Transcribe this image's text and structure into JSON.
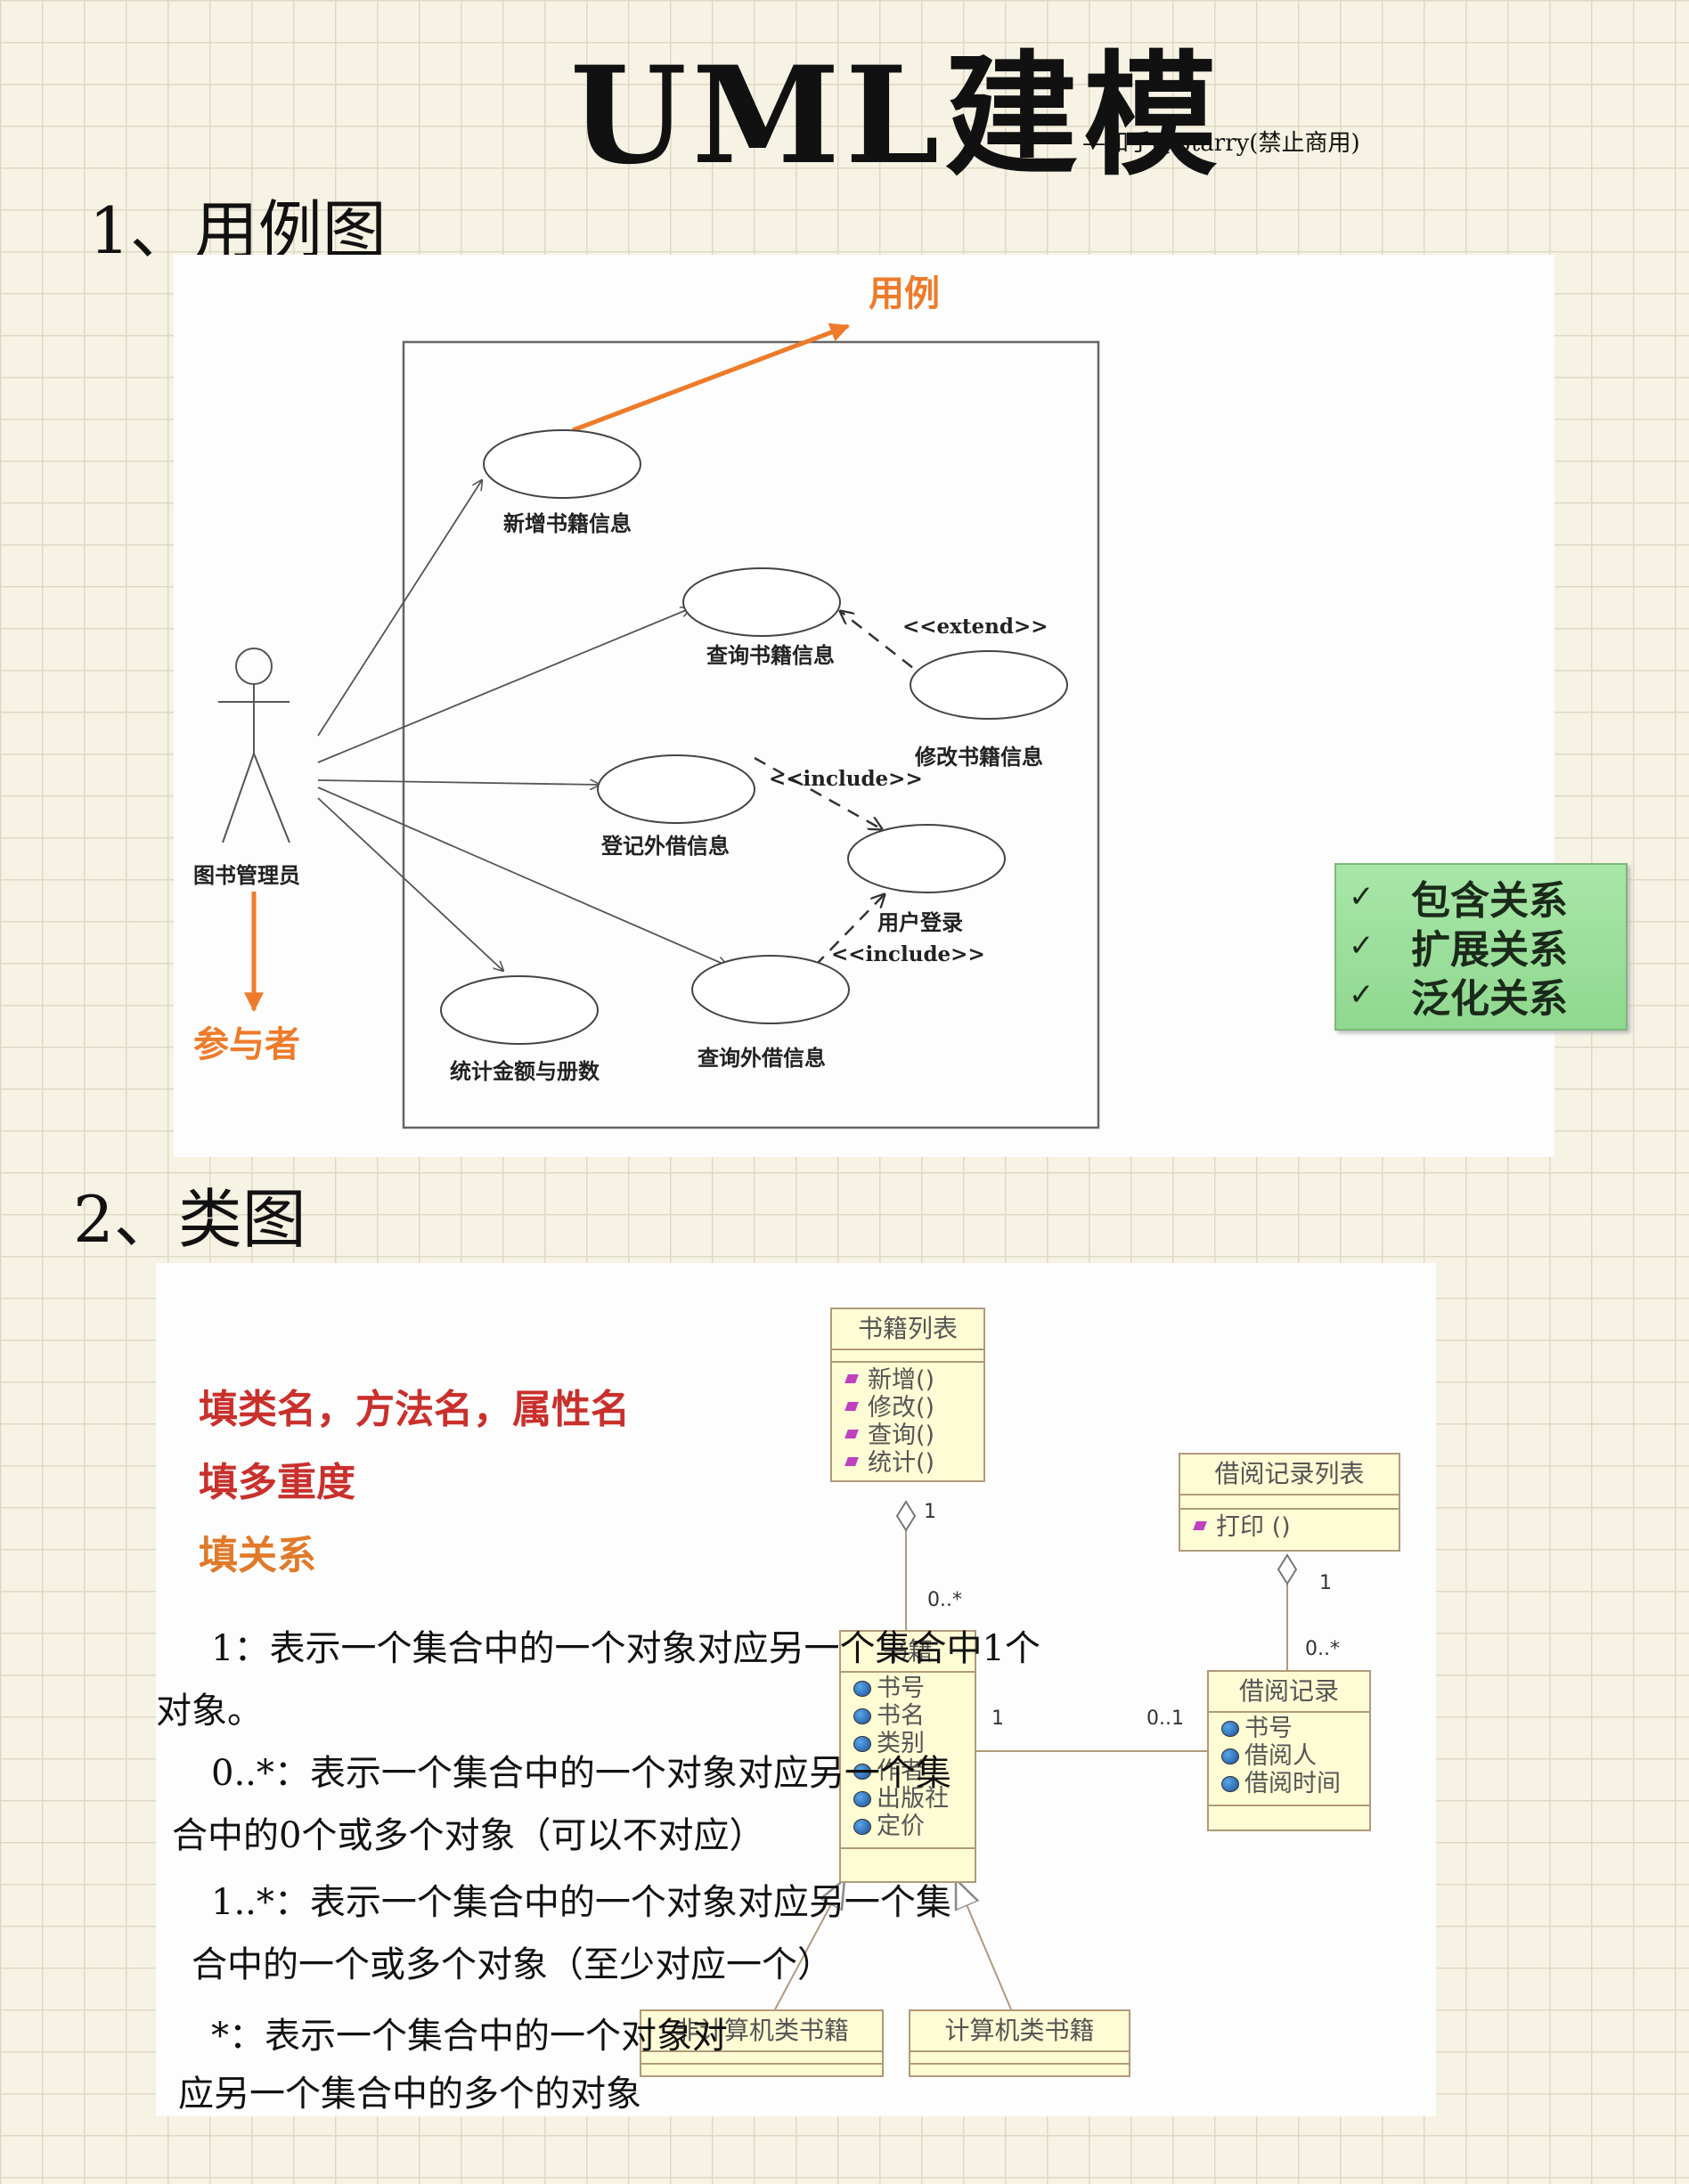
{
  "header": {
    "title": "UML建模",
    "subtitle": "—知乎@Starry(禁止商用)"
  },
  "section1": {
    "title": "1、用例图",
    "actor": "图书管理员",
    "actor_label": "参与者",
    "usecase_label": "用例",
    "usecases": [
      "新增书籍信息",
      "查询书籍信息",
      "修改书籍信息",
      "登记外借信息",
      "用户登录",
      "统计金额与册数",
      "查询外借信息"
    ],
    "stereotypes": {
      "extend": "<<extend>>",
      "include1": "<<include>>",
      "include2": "<<include>>"
    },
    "relations": [
      "包含关系",
      "扩展关系",
      "泛化关系"
    ],
    "check_mark": "✓",
    "accent_color": "#ee7b2a",
    "relations_box_color": "#9ee19e"
  },
  "section2": {
    "title": "2、类图",
    "tips": [
      "填类名，方法名，属性名",
      "填多重度",
      "填关系"
    ],
    "tip_colors": [
      "#c9302c",
      "#c9302c",
      "#e07a2a"
    ],
    "classes": {
      "book_list": {
        "name": "书籍列表",
        "operations": [
          "新增()",
          "修改()",
          "查询()",
          "统计()"
        ]
      },
      "borrow_list": {
        "name": "借阅记录列表",
        "operations": [
          "打印 ()"
        ]
      },
      "book": {
        "name": "书籍",
        "attributes": [
          "书号",
          "书名",
          "类别",
          "作者",
          "出版社",
          "定价"
        ]
      },
      "borrow_record": {
        "name": "借阅记录",
        "attributes": [
          "书号",
          "借阅人",
          "借阅时间"
        ]
      },
      "non_computer_book": {
        "name": "非计算机类书籍"
      },
      "computer_book": {
        "name": "计算机类书籍"
      }
    },
    "multiplicities": {
      "booklist_one": "1",
      "book_many": "0..*",
      "borrowlist_one": "1",
      "record_many": "0..*",
      "book_one": "1",
      "record_opt": "0..1"
    },
    "notes": [
      "1：表示一个集合中的一个对象对应另一个集合中1个",
      "对象。",
      "0..*：表示一个集合中的一个对象对应另一个集",
      "合中的0个或多个对象（可以不对应）",
      "1..*：表示一个集合中的一个对象对应另一个集",
      "合中的一个或多个对象（至少对应一个）",
      "*：表示一个集合中的一个对象对",
      "应另一个集合中的多个的对象"
    ]
  }
}
